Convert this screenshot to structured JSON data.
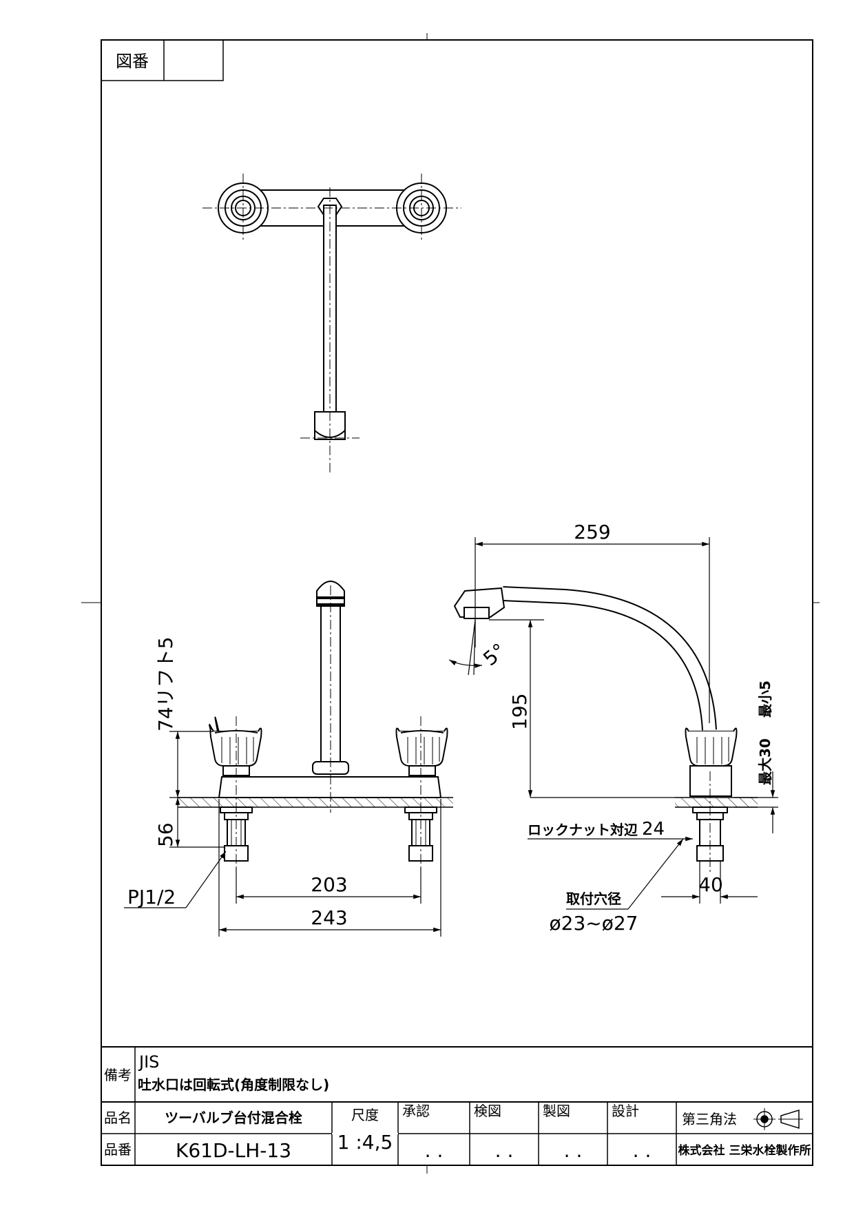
{
  "header": {
    "drawing_number_label": "図番",
    "drawing_number_value": ""
  },
  "dimensions": {
    "spout_reach": "259",
    "spout_height": "195",
    "spout_angle": "5°",
    "handle_lift": "74リフト5",
    "deck_height": "56",
    "pipe_thread": "PJ1/2",
    "center_distance": "203",
    "overall_width": "243",
    "locknut_label": "ロックナット対辺",
    "locknut_value": "24",
    "max_thickness": "最大30",
    "min_thickness": "最小5",
    "shank_dim": "40",
    "hole_label": "取付穴径",
    "hole_value": "ø23~ø27"
  },
  "title_block": {
    "remarks_label": "備考",
    "remarks_line1": "JIS",
    "remarks_line2": "吐水口は回転式(角度制限なし)",
    "product_name_label": "品名",
    "product_name": "ツーバルブ台付混合栓",
    "product_number_label": "品番",
    "product_number": "K61D-LH-13",
    "scale_label": "尺度",
    "scale_value": "1 :4,5",
    "approved_label": "承認",
    "inspected_label": "検図",
    "drafted_label": "製図",
    "designed_label": "設計",
    "stamp_placeholder": ". .",
    "projection_label": "第三角法",
    "company": "株式会社 三栄水栓製作所"
  }
}
